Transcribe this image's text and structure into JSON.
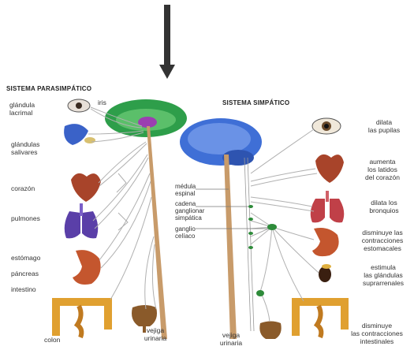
{
  "diagram": {
    "parasympathetic_title": "SISTEMA PARASIMPÁTICO",
    "sympathetic_title": "SISTEMA SIMPÁTICO",
    "left_labels": {
      "lacrimal": "glándula\nlacrimal",
      "iris": "iris",
      "salivary": "glándulas\nsalivares",
      "heart": "corazón",
      "lungs": "pulmones",
      "stomach": "estómago",
      "pancreas": "páncreas",
      "intestine": "intestino",
      "colon": "colon",
      "bladder": "vejiga\nurinaria"
    },
    "middle_labels": {
      "spinal_cord": "médula\nespinal",
      "ganglion_chain": "cadena\nganglionar\nsimpática",
      "celiac": "ganglio\ncelíaco"
    },
    "right_labels": {
      "pupils": "dilata\nlas pupilas",
      "heartbeat": "aumenta\nlos latidos\ndel corazón",
      "bronchi": "dilata los\nbronquios",
      "stomach": "disminuye las\ncontracciones\nestomacales",
      "adrenal": "estimula\nlas glándulas\nsuprarrenales",
      "intestines": "disminuye\nlas contracciones\nintestinales",
      "bladder": "vejiga\nurinaria"
    },
    "colors": {
      "brain_left": "#2e9e4a",
      "brain_right": "#3f6fd6",
      "spine": "#c89b6a",
      "nerve": "#b0b0b0",
      "ganglion": "#2e8b3a",
      "organ_heart": "#a8442a",
      "organ_lungs": "#5a3fa8",
      "organ_stomach": "#c4562e",
      "organ_colon": "#e0a030",
      "arrow": "#333333"
    }
  }
}
